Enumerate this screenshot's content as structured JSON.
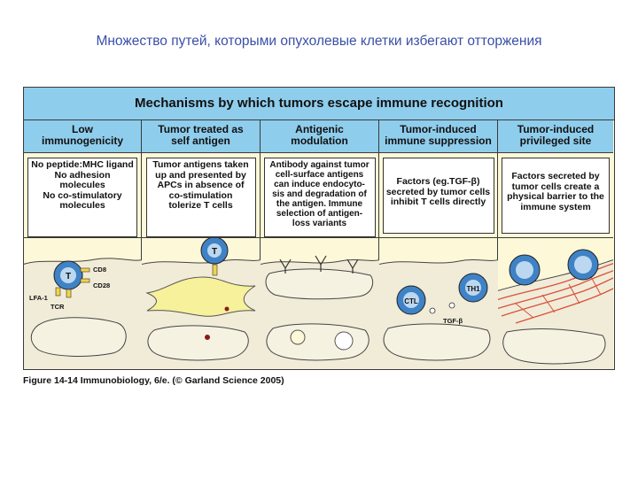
{
  "slide_title": "Множество путей, которыми опухолевые клетки избегают отторжения",
  "figure": {
    "header": "Mechanisms by which tumors escape immune recognition",
    "columns": [
      {
        "heading": [
          "Low",
          "immunogenicity"
        ],
        "text": [
          "No peptide:MHC ligand",
          "No adhesion molecules",
          "No co-stimulatory",
          "molecules"
        ]
      },
      {
        "heading": [
          "Tumor treated as",
          "self antigen"
        ],
        "text": [
          "Tumor antigens taken",
          "up and presented by",
          "APCs in absence of",
          "co-stimulation",
          "tolerize T cells"
        ]
      },
      {
        "heading": [
          "Antigenic",
          "modulation"
        ],
        "text": [
          "Antibody against tumor",
          "cell-surface antigens",
          "can induce endocyto-",
          "sis and degradation of",
          "the antigen. Immune",
          "selection of antigen-",
          "loss  variants"
        ]
      },
      {
        "heading": [
          "Tumor-induced",
          "immune suppression"
        ],
        "text": [
          "Factors (eg.TGF-β)",
          "secreted by tumor cells",
          "inhibit T cells directly"
        ]
      },
      {
        "heading": [
          "Tumor-induced",
          "privileged site"
        ],
        "text": [
          "Factors secreted by",
          "tumor cells create a",
          "physical barrier to the",
          "immune system"
        ]
      }
    ],
    "labels": {
      "t_cell": "T",
      "cd8": "CD8",
      "cd28": "CD28",
      "lfa1": "LFA-1",
      "tcr": "TCR",
      "ctl": "CTL",
      "th1": "TH1",
      "tgf": "TGF-β"
    },
    "colors": {
      "header_bg": "#8fcdec",
      "panel_bg": "#fdf8d8",
      "cell_fill": "#f1ecd8",
      "t_cell_blue": "#3f82c6",
      "apc_yellow": "#f6f19a",
      "barrier_red": "#d9503c"
    }
  },
  "caption": "Figure 14-14  Immunobiology, 6/e. (© Garland Science 2005)"
}
